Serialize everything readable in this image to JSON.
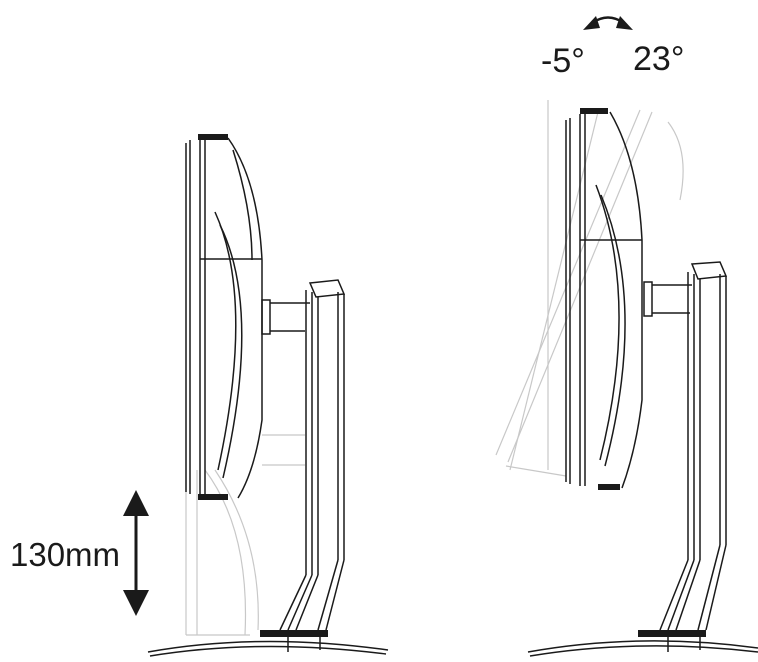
{
  "figure": {
    "height_label": "130mm",
    "tilt_min_label": "-5°",
    "tilt_max_label": "23°"
  },
  "icons": {
    "height_arrow": "double-arrow-vertical-icon",
    "tilt_arrow": "curved-double-arrow-icon"
  },
  "colors": {
    "line": "#1a1a1a",
    "ghost": "#bdbdbd",
    "background": "#ffffff"
  }
}
